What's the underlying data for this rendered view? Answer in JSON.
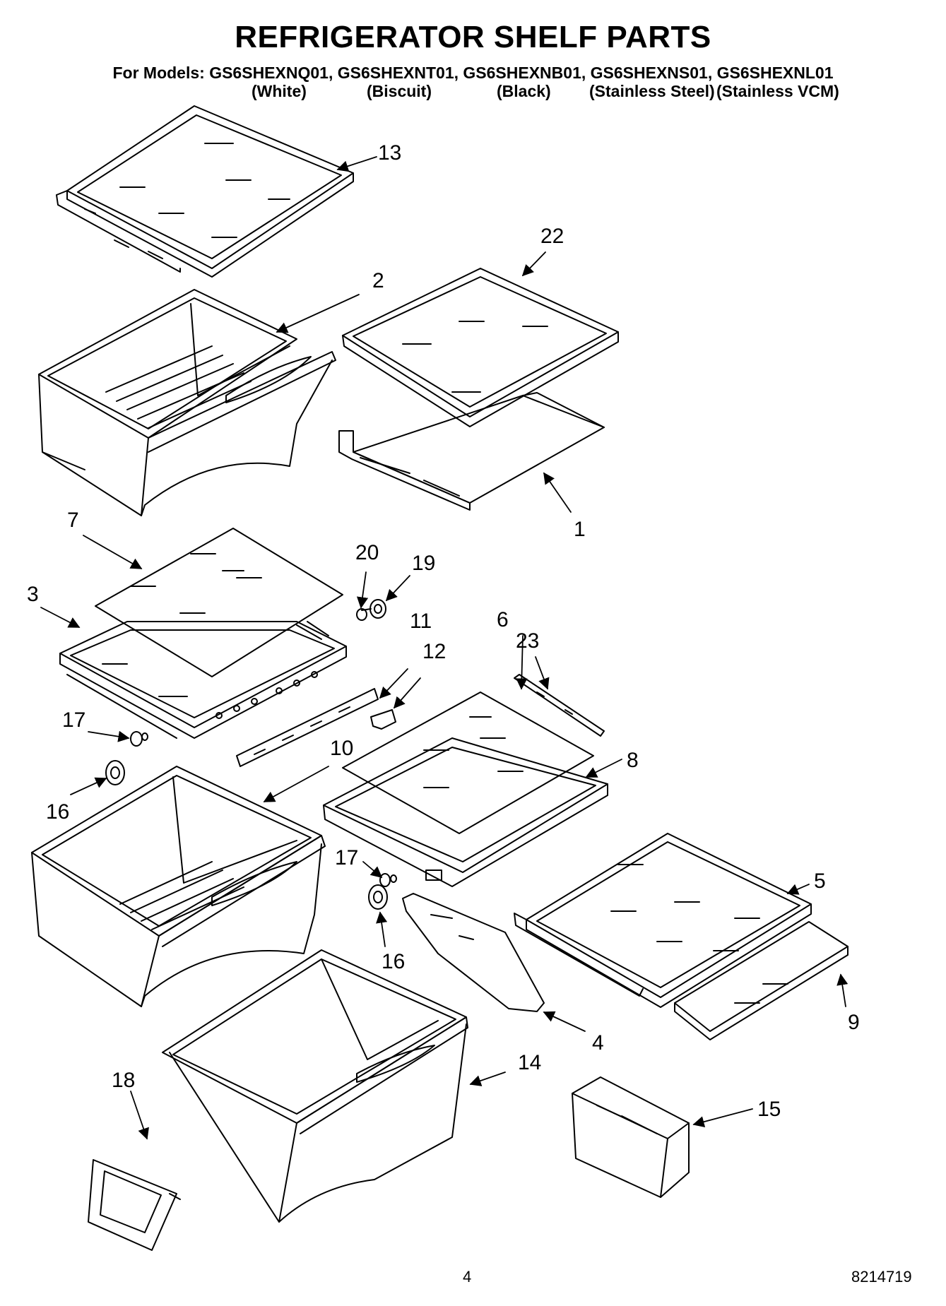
{
  "title": "REFRIGERATOR SHELF PARTS",
  "models_line": "For Models: GS6SHEXNQ01, GS6SHEXNT01, GS6SHEXNB01, GS6SHEXNS01, GS6SHEXNL01",
  "variants": [
    "(White)",
    "(Biscuit)",
    "(Black)",
    "(Stainless Steel)",
    "(Stainless VCM)"
  ],
  "callouts": {
    "c1": "1",
    "c2": "2",
    "c3": "3",
    "c4": "4",
    "c5": "5",
    "c6": "6",
    "c7": "7",
    "c8": "8",
    "c9": "9",
    "c10": "10",
    "c11": "11",
    "c12": "12",
    "c13": "13",
    "c14": "14",
    "c15": "15",
    "c16a": "16",
    "c16b": "16",
    "c17a": "17",
    "c17b": "17",
    "c18": "18",
    "c19": "19",
    "c20": "20",
    "c22": "22",
    "c23": "23"
  },
  "footer": {
    "page": "4",
    "doc": "8214719"
  }
}
